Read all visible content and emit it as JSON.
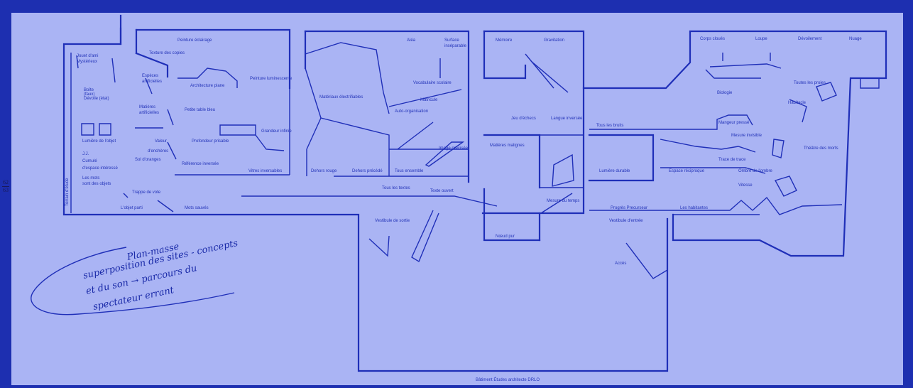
{
  "page_number": {
    "top": "62",
    "bottom": "63"
  },
  "colors": {
    "background": "#1d2fb0",
    "paper": "#aab4f4",
    "lines": "#1f2fb8"
  },
  "handwritten_note": [
    "Plan-masse",
    "superposition des sites - concepts",
    "et du son → parcours du",
    "spectateur errant"
  ],
  "credit": "Bâtiment Études architecte DRLO",
  "labels": {
    "l1": "Jouet d'ami",
    "l2": "Mystérieux",
    "l3": "Boîte",
    "l4": "(faux)",
    "l5": "Dévoile (état)",
    "l6": "Lumière de l'objet",
    "l7": "J.J.",
    "l8": "Cumulé",
    "l9": "d'espace intéressé",
    "l10": "Les mots",
    "l11": "sont des objets",
    "l12": "Trappe de vote",
    "l13": "L'objet parti",
    "l14": "Mots sauvés",
    "l15": "Peinture éclairage",
    "l16": "Texture des copies",
    "l17": "Espèces",
    "l18": "artificielles",
    "l19": "Architecture plane",
    "l20": "Matières",
    "l21": "artificielles",
    "l22": "Petite table bleu",
    "l23": "Peinture luminescente",
    "l24": "Grandeur infinie",
    "l25": "Valeur",
    "l26": "d'enchères",
    "l27": "Sol d'oranges",
    "l28": "Profondeur prisable",
    "l29": "Référence inversée",
    "l30": "Vitres inversables",
    "l31": "Matériaux électrifiables",
    "l32": "Aléa",
    "l33": "Surface",
    "l34": "inséparable",
    "l35": "Vocabulaire scolaire",
    "l36": "Matricule",
    "l37": "Auto-organisation",
    "l38": "Image précisée",
    "l39": "Dehors rouge",
    "l40": "Dehors précédé",
    "l41": "Tous ensemble",
    "l42": "Tous les textes",
    "l43": "Texte ouvert",
    "l44": "Vestibule de sortie",
    "l45": "Mémoire",
    "l46": "Gravitation",
    "l47": "Jeu d'échecs",
    "l48": "Langue inversée",
    "l49": "Matières malignes",
    "l50": "Mesure du temps",
    "l51": "Nœud pur",
    "l52": "Corps cloués",
    "l53": "Loupe",
    "l54": "Dévoilement",
    "l55": "Nuage",
    "l56": "Toutes les proies",
    "l57": "Biologie",
    "l58": "Habitacle",
    "l59": "Mesure invisible",
    "l60": "Mangeur pressé",
    "l61": "Tous les bruits",
    "l62": "Trace de trace",
    "l63": "Lumière durable",
    "l64": "Espace réciproque",
    "l65": "Ombre de l'ombre",
    "l66": "Vitesse",
    "l67": "Théâtre des morts",
    "l68": "Progrès Precurseur",
    "l69": "Vestibule d'entrée",
    "l70": "Les habitantes",
    "l71": "Accès",
    "l72": "Terrain d'étude"
  }
}
